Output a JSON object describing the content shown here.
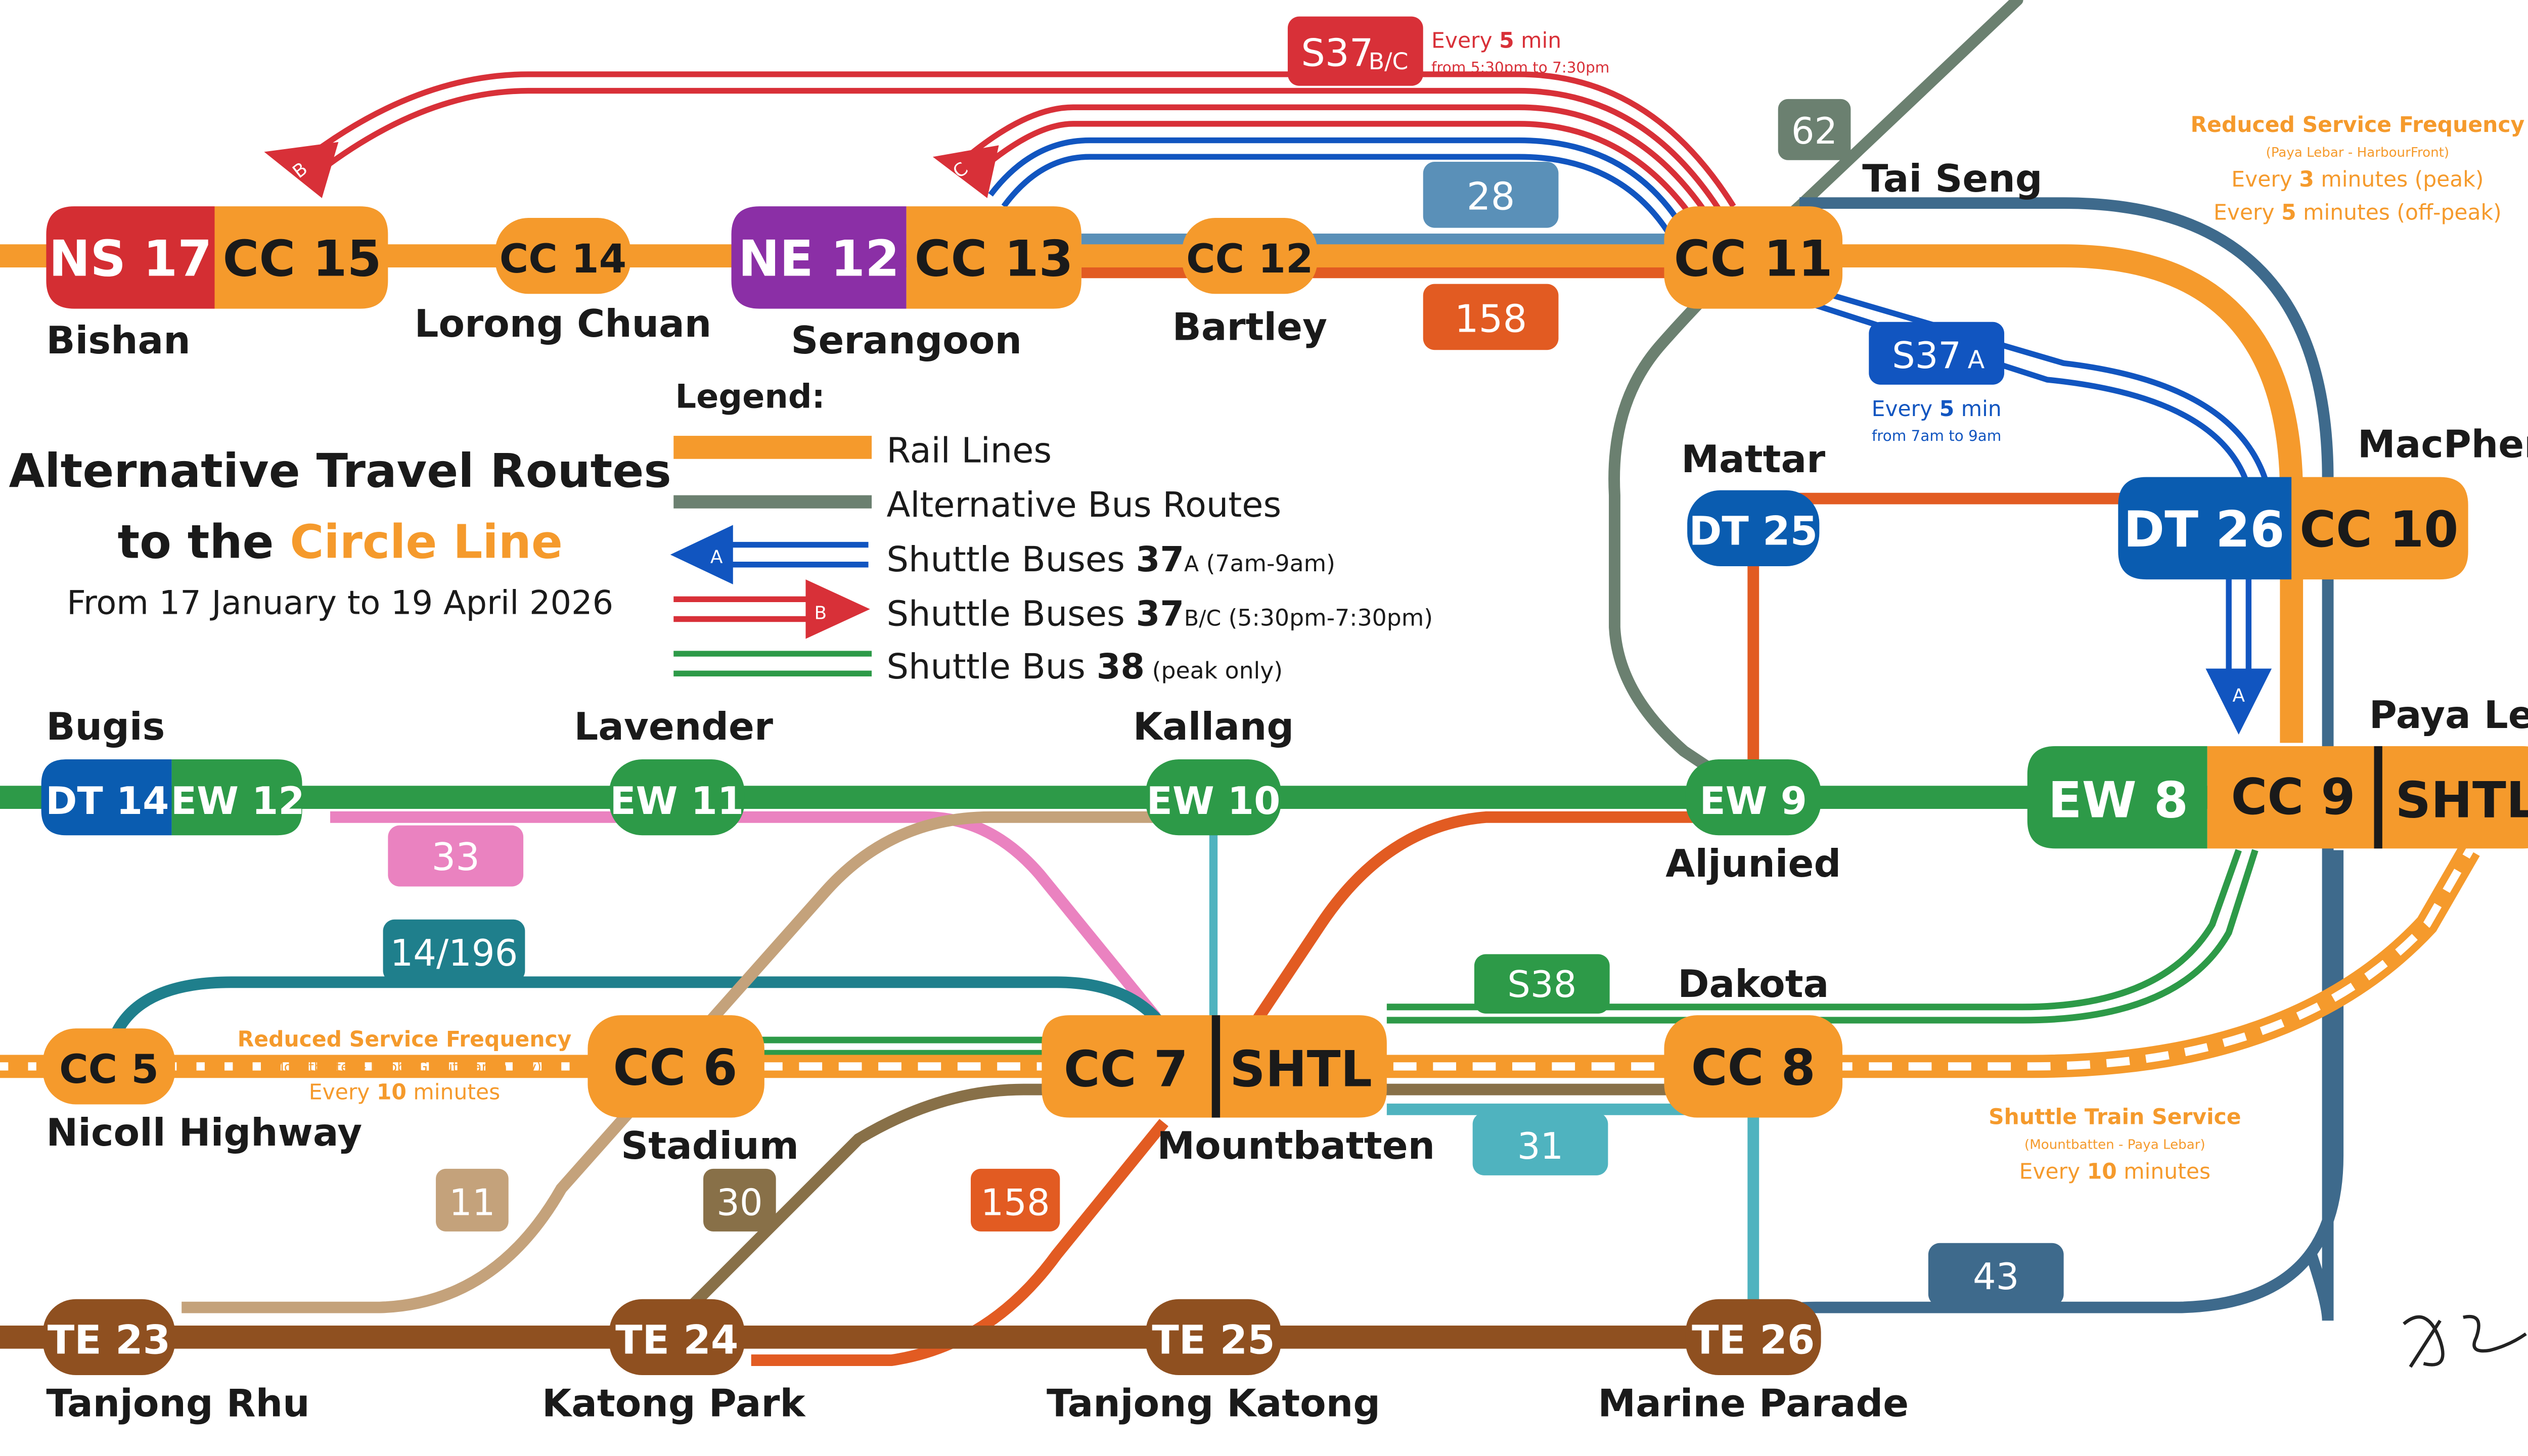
{
  "colors": {
    "circle": "#f59a2c",
    "ns": "#d42e33",
    "ne": "#8b2fa6",
    "dt": "#0a5cb0",
    "ew": "#2d9a48",
    "te": "#8f5020",
    "bus_alt": "#6b8070",
    "s37a": "#1155c0",
    "s37bc": "#d83038",
    "s38": "#2d9a48",
    "orange_red": "#e25b22",
    "light_blue": "#5a90b8",
    "pink": "#ea82c0",
    "teal": "#1f7f8c",
    "tan": "#c4a27b",
    "olive": "#887048",
    "cyan": "#4fb3bf",
    "steel": "#3e6a8c",
    "reduced_note": "#f59a2c"
  },
  "title": {
    "line1": "Alternative Travel Routes",
    "line2_prefix": "to the ",
    "line2_highlight": "Circle Line",
    "line3": "From 17 January to 19 April 2026"
  },
  "legend": {
    "heading": "Legend:",
    "rail": "Rail Lines",
    "bus": "Alternative Bus Routes",
    "s37a_label": "Shuttle Buses ",
    "s37a_num": "37",
    "s37a_sub": "A",
    "s37a_time": " (7am-9am)",
    "s37a_letter": "A",
    "s37bc_label": "Shuttle Buses ",
    "s37bc_num": "37",
    "s37bc_sub": "B/C",
    "s37bc_time": " (5:30pm-7:30pm)",
    "s37bc_letter": "B",
    "s38_label": "Shuttle Bus ",
    "s38_num": "38",
    "s38_time": " (peak only)"
  },
  "stations": {
    "bishan": {
      "name": "Bishan",
      "codes": [
        "NS 17",
        "CC 15"
      ]
    },
    "lorong_chuan": {
      "name": "Lorong Chuan",
      "codes": [
        "CC 14"
      ]
    },
    "serangoon": {
      "name": "Serangoon",
      "codes": [
        "NE 12",
        "CC 13"
      ]
    },
    "bartley": {
      "name": "Bartley",
      "codes": [
        "CC 12"
      ]
    },
    "tai_seng": {
      "name": "Tai Seng",
      "codes": [
        "CC 11"
      ]
    },
    "mattar": {
      "name": "Mattar",
      "codes": [
        "DT 25"
      ]
    },
    "macpherson": {
      "name": "MacPherson",
      "codes": [
        "DT 26",
        "CC 10"
      ]
    },
    "bugis": {
      "name": "Bugis",
      "codes": [
        "DT 14",
        "EW 12"
      ]
    },
    "lavender": {
      "name": "Lavender",
      "codes": [
        "EW 11"
      ]
    },
    "kallang": {
      "name": "Kallang",
      "codes": [
        "EW 10"
      ]
    },
    "aljunied": {
      "name": "Aljunied",
      "codes": [
        "EW 9"
      ]
    },
    "paya_lebar": {
      "name": "Paya Lebar",
      "codes": [
        "EW 8",
        "CC 9",
        "SHTL"
      ]
    },
    "nicoll": {
      "name": "Nicoll Highway",
      "codes": [
        "CC 5"
      ]
    },
    "stadium": {
      "name": "Stadium",
      "codes": [
        "CC 6"
      ]
    },
    "mountbatten": {
      "name": "Mountbatten",
      "codes": [
        "CC 7",
        "SHTL"
      ]
    },
    "dakota": {
      "name": "Dakota",
      "codes": [
        "CC 8"
      ]
    },
    "tanjong_rhu": {
      "name": "Tanjong Rhu",
      "codes": [
        "TE 23"
      ]
    },
    "katong_park": {
      "name": "Katong Park",
      "codes": [
        "TE 24"
      ]
    },
    "tanjong_katong": {
      "name": "Tanjong Katong",
      "codes": [
        "TE 25"
      ]
    },
    "marine_parade": {
      "name": "Marine Parade",
      "codes": [
        "TE 26"
      ]
    }
  },
  "buses": {
    "b62": "62",
    "b28": "28",
    "b158a": "158",
    "b158b": "158",
    "b33": "33",
    "b14": "14/196",
    "b11": "11",
    "b30": "30",
    "b31": "31",
    "b43": "43",
    "s38": "S38",
    "s37a_main": "S37",
    "s37a_sub": "A",
    "s37a_arrow": "A",
    "s37bc_main": "S37",
    "s37bc_sub": "B/C",
    "arrow_b": "B",
    "arrow_c": "C"
  },
  "notes": {
    "s37bc_every_pre": "Every ",
    "s37bc_every_num": "5",
    "s37bc_every_post": " min",
    "s37bc_window": "from 5:30pm to 7:30pm",
    "s37a_every_pre": "Every ",
    "s37a_every_num": "5",
    "s37a_every_post": " min",
    "s37a_window": "from 7am to 9am",
    "reduced_ne_title": "Reduced Service Frequency",
    "reduced_ne_sub": "(Paya Lebar - HarbourFront)",
    "reduced_ne_peak_pre": "Every ",
    "reduced_ne_peak_num": "3",
    "reduced_ne_peak_post": " minutes (peak)",
    "reduced_ne_off_pre": "Every ",
    "reduced_ne_off_num": "5",
    "reduced_ne_off_post": " minutes (off-peak)",
    "reduced_sw_title": "Reduced Service Frequency",
    "reduced_sw_sub": "(Mountbatten - Dhoby Ghaut/Marina Bay)",
    "reduced_sw_pre": "Every ",
    "reduced_sw_num": "10",
    "reduced_sw_post": " minutes",
    "shuttle_title": "Shuttle Train Service",
    "shuttle_sub": "(Mountbatten - Paya Lebar)",
    "shuttle_pre": "Every ",
    "shuttle_num": "10",
    "shuttle_post": " minutes"
  }
}
